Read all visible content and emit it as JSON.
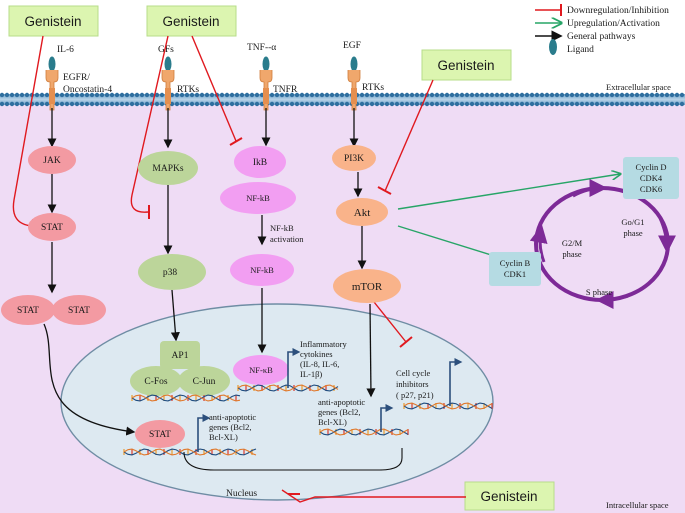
{
  "genistein": "Genistein",
  "legend": {
    "inhibition": "Downregulation/Inhibition",
    "activation": "Upregulation/Activation",
    "general": "General pathways",
    "ligand": "Ligand"
  },
  "compartments": {
    "extracellular": "Extracellular  space",
    "intracellular": "Intracellular space",
    "nucleus": "Nucleus"
  },
  "ligands": {
    "il6": "IL-6",
    "gfs": "GFs",
    "tnf": "TNF--α",
    "egf": "EGF"
  },
  "receptors": {
    "egfr_l1": "EGFR/",
    "egfr_l2": "Oncostatin-4",
    "rtks_1": "RTKs",
    "tnfr": "TNFR",
    "rtks_2": "RTKs"
  },
  "nodes": {
    "jak": "JAK",
    "stat1": "STAT",
    "stat_a": "STAT",
    "stat_b": "STAT",
    "mapks": "MAPKs",
    "p38": "p38",
    "ikb": "IkB",
    "nfkb1": "NF-kB",
    "nfkb_act_1": "NF-kB",
    "nfkb_act_2": "activation",
    "nfkb2": "NF-kB",
    "pi3k": "PI3K",
    "akt": "Akt",
    "mtor": "mTOR",
    "ap1": "AP1",
    "cfos": "C-Fos",
    "cjun": "C-Jun",
    "nfkb_nuc": "NF-κB",
    "stat_nuc": "STAT"
  },
  "genes": {
    "inflam": [
      "Inflammatory",
      "cytokines",
      "(IL-8,  IL-6,",
      "IL-1β)"
    ],
    "anti_apop_nfkb": [
      "anti-apoptotic",
      "genes  (Bcl2,",
      "Bcl-XL)"
    ],
    "anti_apop_stat": [
      "anti-apoptotic",
      "genes  (Bcl2,",
      "Bcl-XL)"
    ],
    "cci": [
      "Cell cycle",
      "inhibitors",
      "( p27,  p21)"
    ]
  },
  "cell_cycle": {
    "cyclin_d": [
      "Cyclin D",
      "CDK4",
      "CDK6"
    ],
    "cyclin_b": [
      "Cyclin B",
      "CDK1"
    ],
    "g0g1": [
      "Go/G1",
      "phase"
    ],
    "g2m": [
      "G2/M",
      "phase"
    ],
    "s": "S phase"
  },
  "colors": {
    "inhibition": "#e0191f",
    "activation": "#27a567",
    "general": "#111111",
    "ligand": "#2a7c8c",
    "genistein_box": "#dcf5b0",
    "cytoplasm": "#efdcf5",
    "nucleus": "#dde9f1",
    "pink_node": "#f39aa2",
    "green_node": "#bcd59a",
    "magenta_node": "#f29ef2",
    "orange_node": "#f9b38a",
    "cyclin_box": "#b5dbe3",
    "cycle_ring": "#7d2a97"
  }
}
